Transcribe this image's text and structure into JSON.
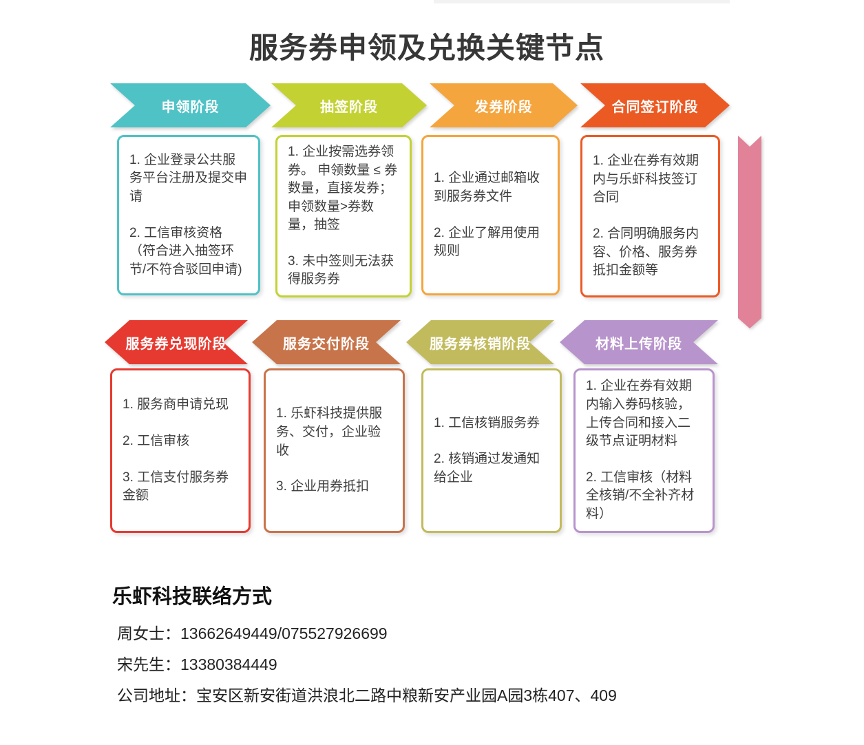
{
  "title": "服务券申领及兑换关键节点",
  "flow": {
    "connector_color": "#e18298",
    "top_stages": [
      {
        "label": "申领阶段",
        "color": "#4fc2c6",
        "items": [
          "1. 企业登录公共服务平台注册及提交申请",
          "2. 工信审核资格（符合进入抽签环节/不符合驳回申请)"
        ]
      },
      {
        "label": "抽签阶段",
        "color": "#c3d232",
        "items": [
          "1. 企业按需选券领券。 申领数量 ≤ 券数量，直接发券；申领数量>券数量，抽签",
          "3. 未中签则无法获得服务券"
        ]
      },
      {
        "label": "发券阶段",
        "color": "#f5a53e",
        "items": [
          "1. 企业通过邮箱收到服务券文件",
          "2. 企业了解用使用规则"
        ]
      },
      {
        "label": "合同签订阶段",
        "color": "#ec5a24",
        "items": [
          "1. 企业在券有效期内与乐虾科技签订合同",
          "2. 合同明确服务内容、价格、服务券抵扣金额等"
        ]
      }
    ],
    "bottom_stages": [
      {
        "label": "服务券兑现阶段",
        "color": "#e63a31",
        "items": [
          "1. 服务商申请兑现",
          "2. 工信审核",
          "3. 工信支付服务券金额"
        ]
      },
      {
        "label": "服务交付阶段",
        "color": "#c8744a",
        "items": [
          "1. 乐虾科技提供服务、交付，企业验收",
          "3. 企业用券抵扣"
        ]
      },
      {
        "label": "服务券核销阶段",
        "color": "#c2bb5e",
        "items": [
          "1. 工信核销服务券",
          "2. 核销通过发通知给企业"
        ]
      },
      {
        "label": "材料上传阶段",
        "color": "#b894cc",
        "items": [
          "1. 企业在券有效期内输入券码核验，上传合同和接入二级节点证明材料",
          "2. 工信审核（材料全核销/不全补齐材料）"
        ]
      }
    ]
  },
  "contact": {
    "heading": "乐虾科技联络方式",
    "lines": [
      "周女士：13662649449/075527926699",
      "宋先生：13380384449",
      "公司地址：宝安区新安街道洪浪北二路中粮新安产业园A园3栋407、409"
    ]
  }
}
